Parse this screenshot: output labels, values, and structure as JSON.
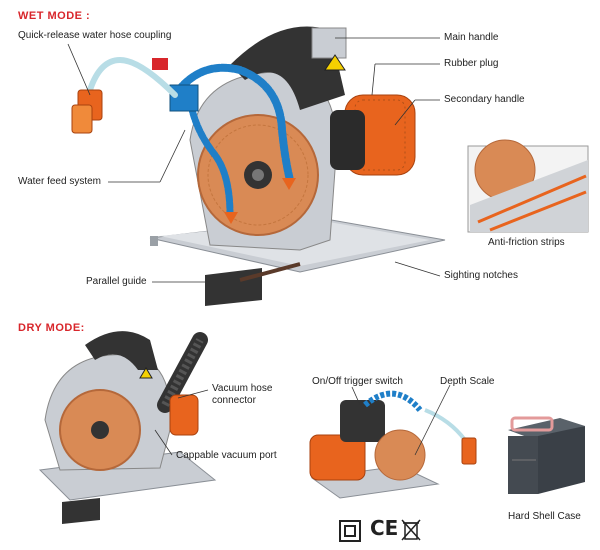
{
  "wet_mode": {
    "title": "WET MODE :",
    "labels": {
      "coupling": "Quick-release water hose coupling",
      "main_handle": "Main handle",
      "rubber_plug": "Rubber plug",
      "secondary_handle": "Secondary handle",
      "water_feed": "Water feed system",
      "anti_friction": "Anti-friction strips",
      "sighting_notches": "Sighting notches",
      "parallel_guide": "Parallel guide"
    }
  },
  "dry_mode": {
    "title": "DRY MODE:",
    "labels": {
      "vacuum_connector_line1": "Vacuum hose",
      "vacuum_connector_line2": "connector",
      "vacuum_port": "Cappable vacuum port",
      "trigger_switch": "On/Off trigger switch",
      "depth_scale": "Depth  Scale",
      "hard_shell_case": "Hard Shell Case"
    }
  },
  "certifications": {
    "double_insulation": "double-insulation-icon",
    "ce": "CE",
    "waste_bin": "crossed-bin-icon"
  },
  "colors": {
    "accent_red": "#d8262b",
    "hose_blue": "#1f7fc8",
    "motor_orange": "#e8641e",
    "blade_copper": "#d98a55",
    "metal_silver": "#c9cdd3"
  }
}
